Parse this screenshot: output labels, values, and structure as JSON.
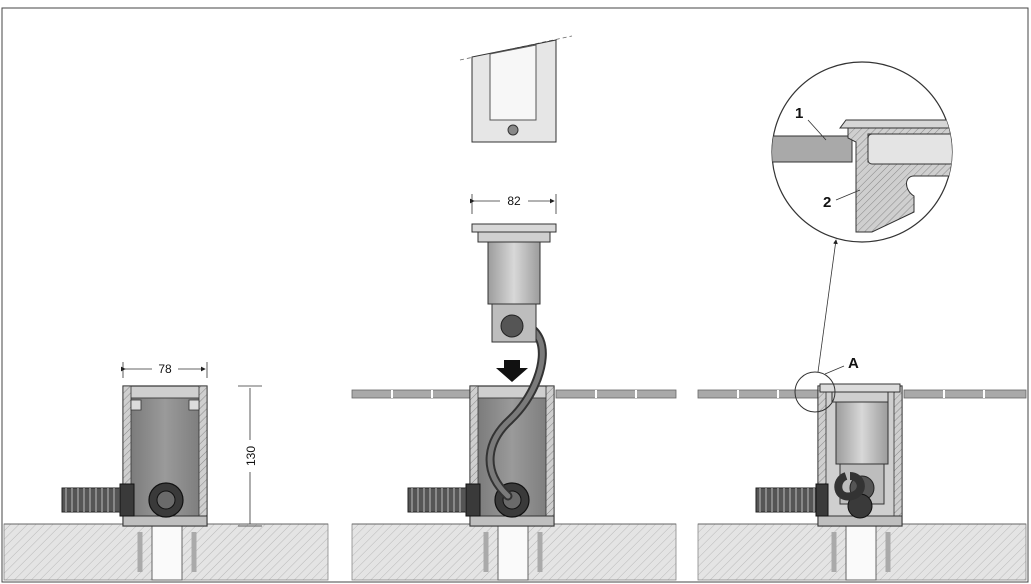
{
  "diagram": {
    "step_left": {
      "width_dim": "78",
      "height_dim": "130"
    },
    "step_middle": {
      "luminaire_width_dim": "82"
    },
    "step_right": {
      "detail_callout": "A",
      "detail_labels": [
        "1",
        "2"
      ]
    }
  },
  "colors": {
    "housing_fill": "#8a8a8a",
    "housing_wall": "#b5b5b5",
    "ground_fill": "#dadada",
    "paving": "#a9a9a9",
    "line": "#222222"
  }
}
